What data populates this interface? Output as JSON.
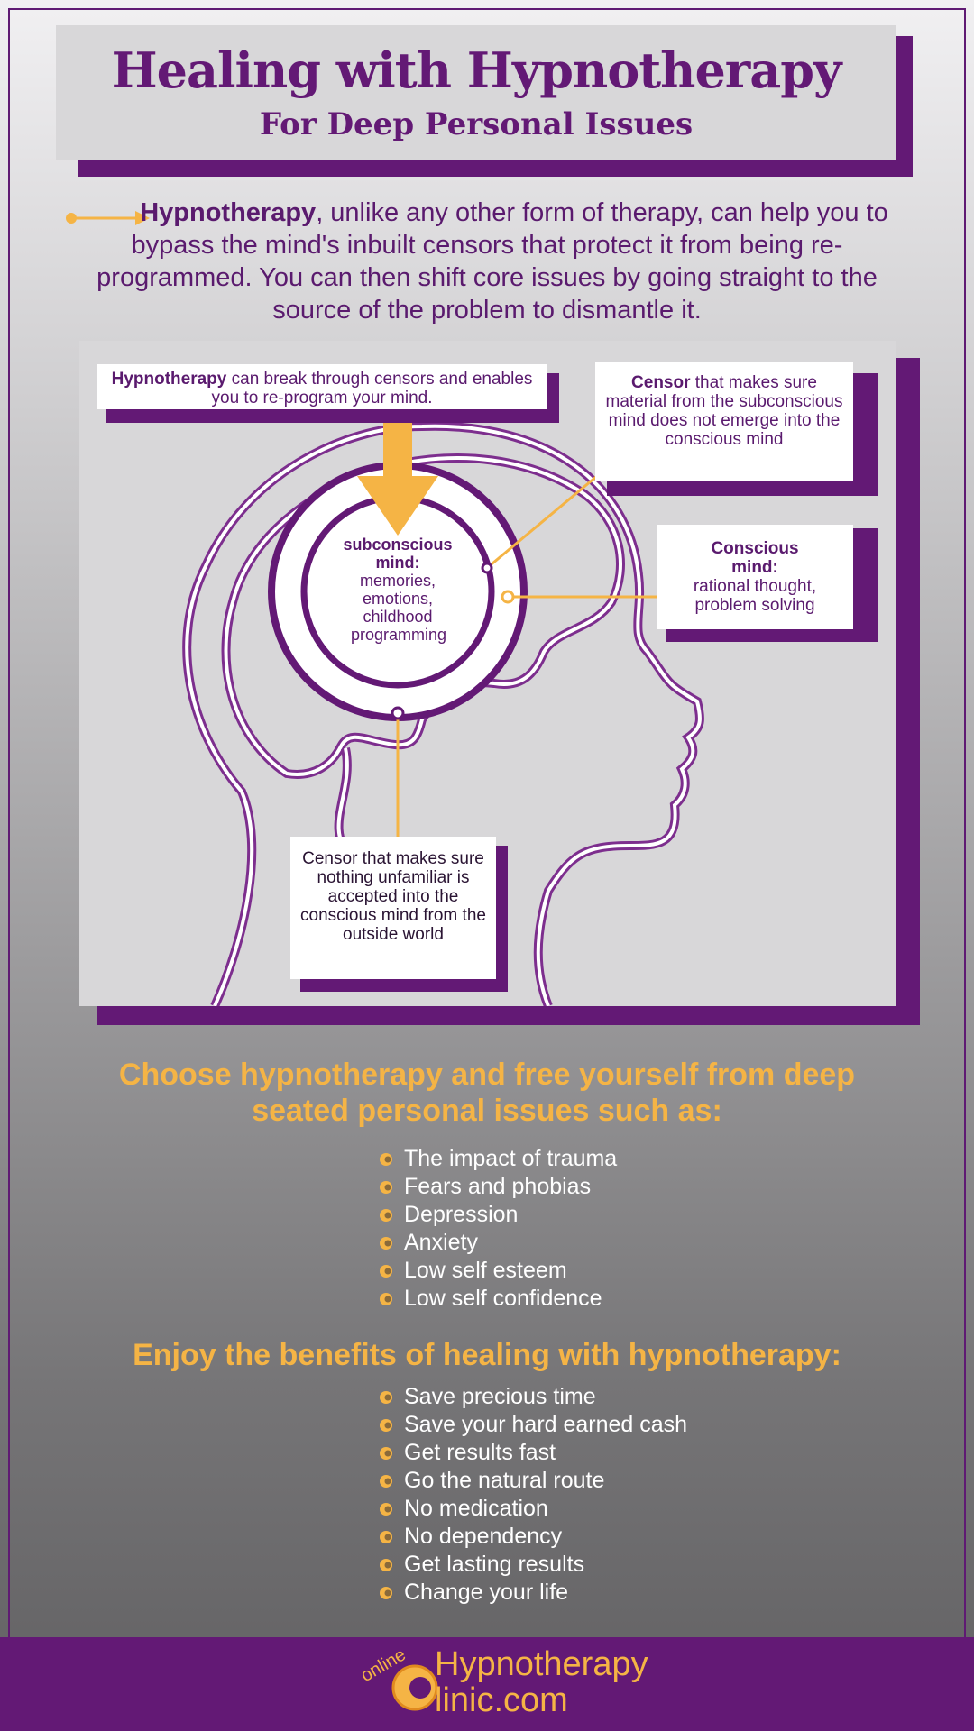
{
  "header": {
    "title": "Healing with Hypnotherapy",
    "subtitle": "For Deep Personal Issues"
  },
  "intro": {
    "lead": "Hypnotherapy",
    "text": ", unlike any other form of therapy, can help you to bypass the mind's inbuilt censors that protect it from being re-programmed. You can then shift core issues by going straight to the source of the problem to dismantle it."
  },
  "diagram": {
    "callout_top": {
      "bold": "Hypnotherapy",
      "text": " can break through censors and enables you to re-program your mind."
    },
    "callout_censor": {
      "bold": "Censor",
      "text": " that makes sure material from the subconscious mind does not emerge into the conscious mind"
    },
    "callout_conscious": {
      "bold": "Conscious mind:",
      "text": "rational thought, problem solving"
    },
    "callout_bottom": {
      "text": "Censor that makes sure nothing unfamiliar is accepted into the conscious mind from the outside world"
    },
    "center": {
      "bold": "subconscious mind:",
      "text": "memories, emotions, childhood programming"
    }
  },
  "issues": {
    "heading": "Choose hypnotherapy and free yourself from deep seated personal issues such as:",
    "items": [
      "The impact of trauma",
      "Fears and phobias",
      "Depression",
      "Anxiety",
      "Low self esteem",
      "Low self confidence"
    ]
  },
  "benefits": {
    "heading": "Enjoy the benefits of healing with hypnotherapy:",
    "items": [
      "Save precious time",
      "Save your hard earned cash",
      "Get results fast",
      "Go the natural route",
      "No medication",
      "No dependency",
      "Get lasting results",
      "Change your life"
    ]
  },
  "footer": {
    "logo_online": "online",
    "logo_main": "Hypnotherapy",
    "logo_sub": "linic.com"
  },
  "colors": {
    "purple": "#631975",
    "gold": "#f5b445",
    "panel": "#d8d7d9"
  }
}
